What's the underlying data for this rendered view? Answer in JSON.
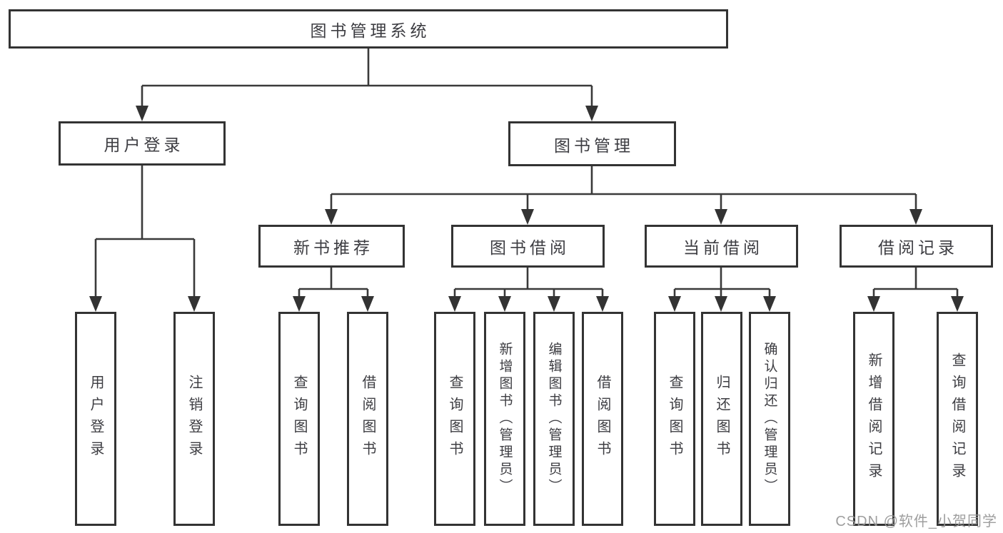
{
  "tree": {
    "label": "图书管理系统",
    "children": [
      {
        "label": "用户登录",
        "children": [
          {
            "label": "用户登录"
          },
          {
            "label": "注销登录"
          }
        ]
      },
      {
        "label": "图书管理",
        "children": [
          {
            "label": "新书推荐",
            "children": [
              {
                "label": "查询图书"
              },
              {
                "label": "借阅图书"
              }
            ]
          },
          {
            "label": "图书借阅",
            "children": [
              {
                "label": "查询图书"
              },
              {
                "label": "新增图书（管理员）"
              },
              {
                "label": "编辑图书（管理员）"
              },
              {
                "label": "借阅图书"
              }
            ]
          },
          {
            "label": "当前借阅",
            "children": [
              {
                "label": "查询图书"
              },
              {
                "label": "归还图书"
              },
              {
                "label": "确认归还（管理员）"
              }
            ]
          },
          {
            "label": "借阅记录",
            "children": [
              {
                "label": "新增借阅记录"
              },
              {
                "label": "查询借阅记录"
              }
            ]
          }
        ]
      }
    ]
  },
  "watermark": "CSDN @软件_小贺同学",
  "colors": {
    "box_border": "#333333",
    "connector_line": "#3a3a3a",
    "text": "#3d3d42",
    "watermark_text": "#969696",
    "background": "#ffffff"
  }
}
